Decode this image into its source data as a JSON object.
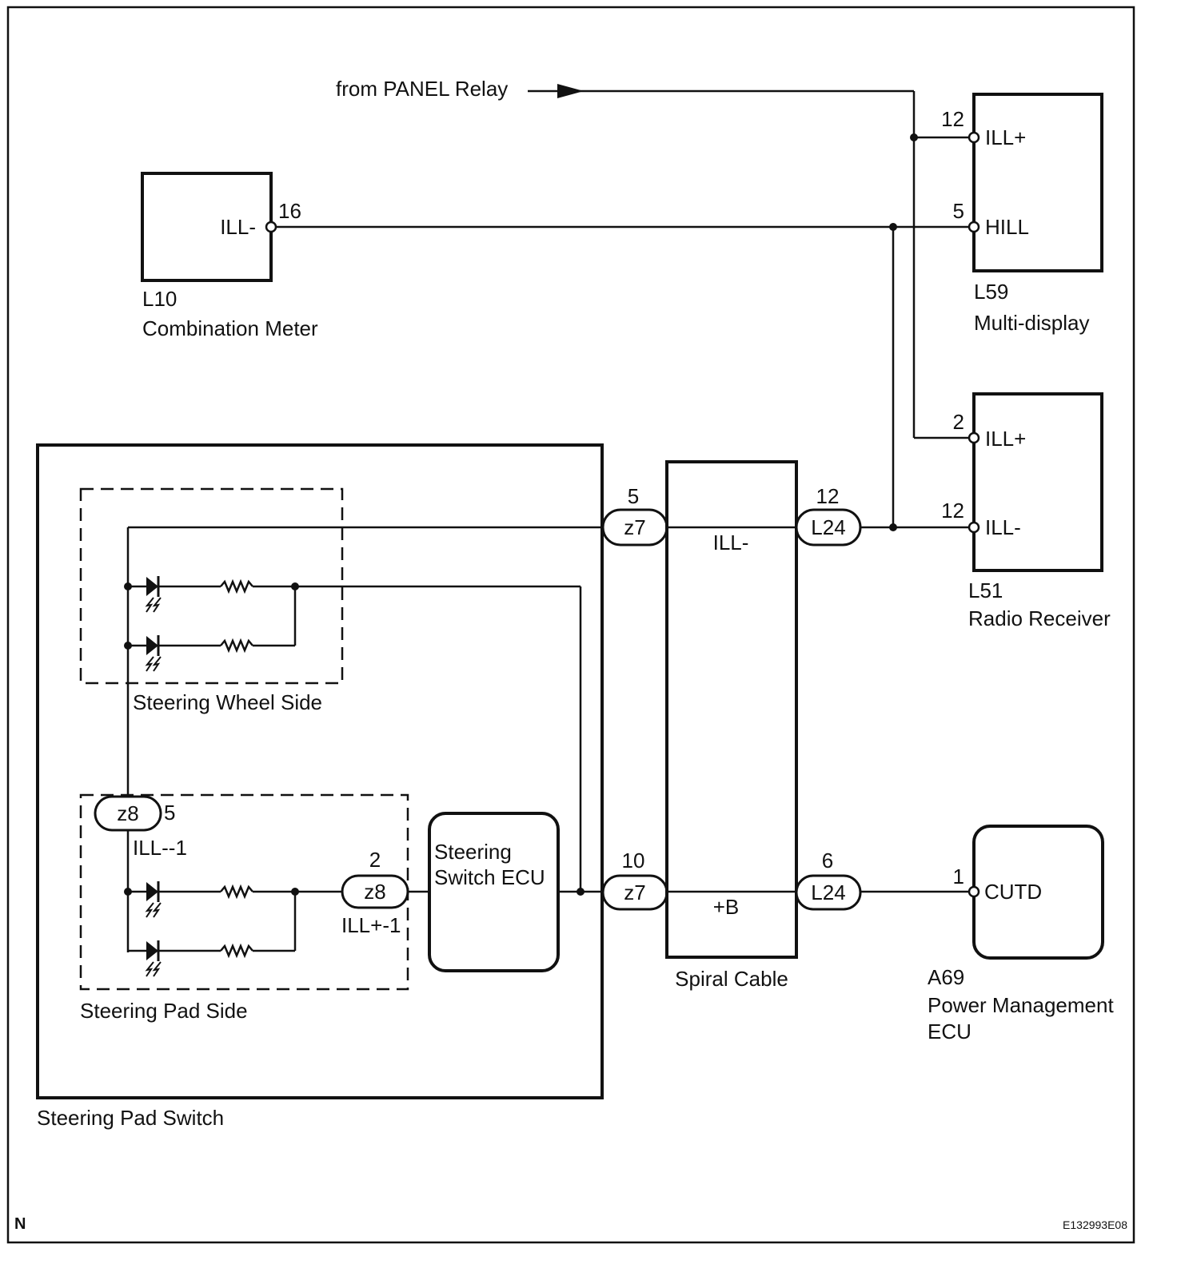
{
  "source": {
    "label": "from PANEL Relay"
  },
  "combination_meter": {
    "id": "L10",
    "name": "Combination Meter",
    "pin_label": "ILL-",
    "pin_number": "16"
  },
  "multi_display": {
    "id": "L59",
    "name": "Multi-display",
    "pins": [
      {
        "label": "ILL+",
        "number": "12"
      },
      {
        "label": "HILL",
        "number": "5"
      }
    ]
  },
  "radio_receiver": {
    "id": "L51",
    "name": "Radio Receiver",
    "pins": [
      {
        "label": "ILL+",
        "number": "2"
      },
      {
        "label": "ILL-",
        "number": "12"
      }
    ]
  },
  "spiral_cable": {
    "name": "Spiral Cable",
    "ill_label": "ILL-",
    "b_label": "+B"
  },
  "connectors": {
    "z7_top": {
      "name": "z7",
      "pin": "5"
    },
    "z7_bottom": {
      "name": "z7",
      "pin": "10"
    },
    "l24_top": {
      "name": "L24",
      "pin": "12"
    },
    "l24_bottom": {
      "name": "L24",
      "pin": "6"
    },
    "z8_left": {
      "name": "z8",
      "pin": "5",
      "signal": "ILL--1"
    },
    "z8_right": {
      "name": "z8",
      "pin": "2",
      "signal": "ILL+-1"
    }
  },
  "steering_pad_switch": {
    "name": "Steering Pad Switch",
    "wheel_side": "Steering Wheel Side",
    "pad_side": "Steering Pad Side",
    "ecu_line1": "Steering",
    "ecu_line2": "Switch ECU"
  },
  "power_mgmt": {
    "id": "A69",
    "name_line1": "Power Management",
    "name_line2": "ECU",
    "pin_label": "CUTD",
    "pin_number": "1"
  },
  "corner": {
    "left": "N",
    "right": "E132993E08"
  }
}
